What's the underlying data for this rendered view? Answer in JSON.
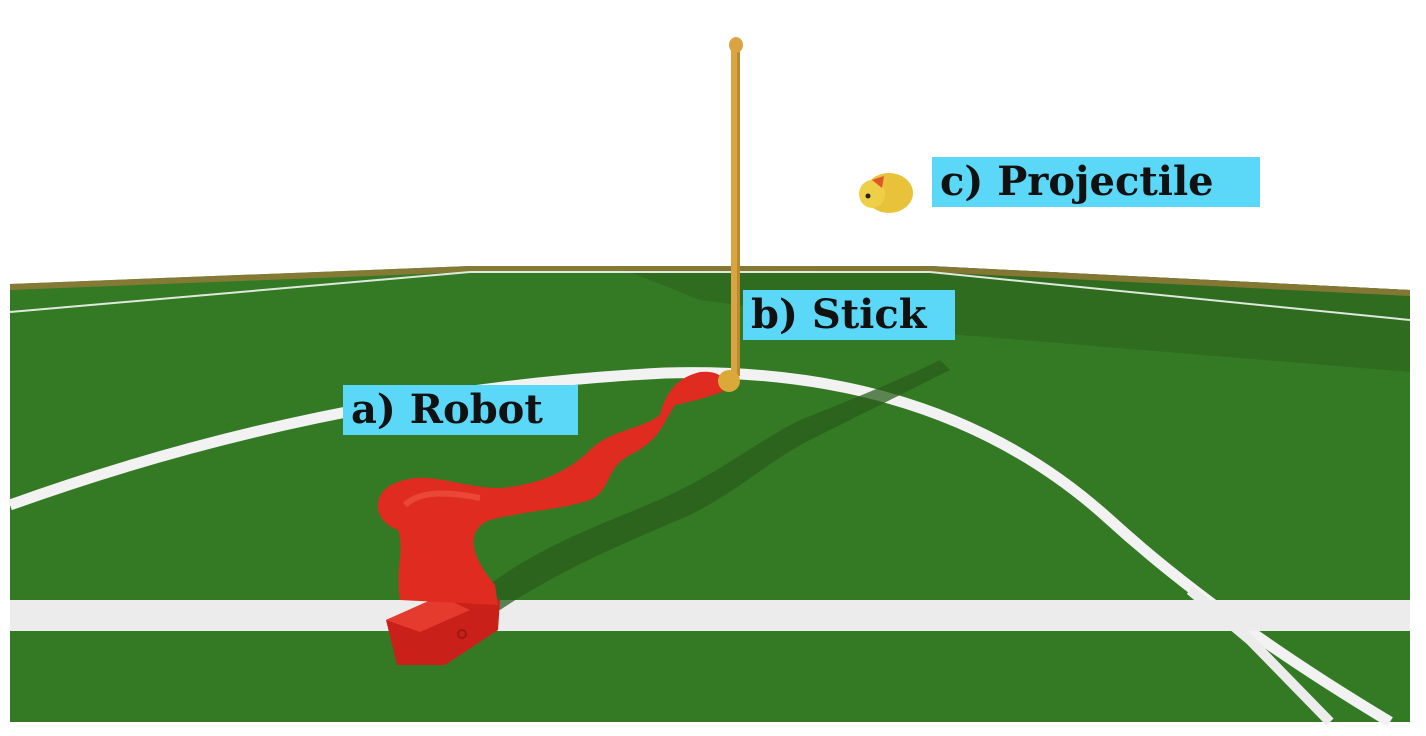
{
  "labels": {
    "robot": "a) Robot",
    "stick": "b) Stick",
    "projectile": "c) Projectile"
  },
  "colors": {
    "field": "#347a24",
    "field_far": "#2f6c20",
    "field_lines": "#f2f2f2",
    "robot": "#e02b20",
    "stick": "#d9a441",
    "projectile": "#e8c33a",
    "label_background": "#5bd8f7"
  }
}
